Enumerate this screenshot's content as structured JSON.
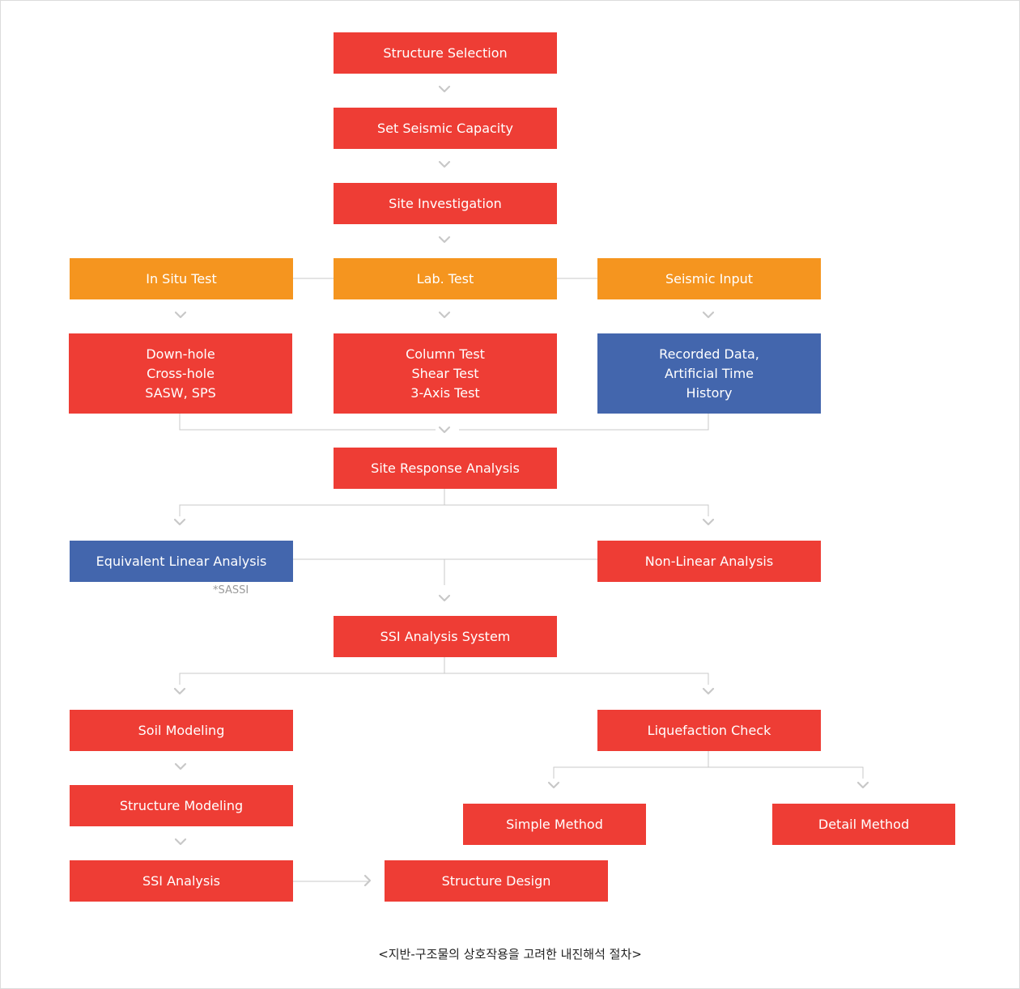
{
  "nodes": {
    "structure_selection": "Structure Selection",
    "set_seismic_capacity": "Set Seismic Capacity",
    "site_investigation": "Site Investigation",
    "in_situ_test": "In Situ Test",
    "lab_test": "Lab. Test",
    "seismic_input": "Seismic Input",
    "in_situ_methods": [
      "Down-hole",
      "Cross-hole",
      "SASW, SPS"
    ],
    "lab_methods": [
      "Column Test",
      "Shear Test",
      "3-Axis Test"
    ],
    "seismic_data": [
      "Recorded Data,",
      "Artificial Time",
      "History"
    ],
    "site_response_analysis": "Site Response Analysis",
    "equivalent_linear_analysis": "Equivalent Linear Analysis",
    "non_linear_analysis": "Non-Linear Analysis",
    "ssi_analysis_system": "SSI Analysis System",
    "soil_modeling": "Soil Modeling",
    "structure_modeling": "Structure Modeling",
    "ssi_analysis": "SSI Analysis",
    "structure_design": "Structure Design",
    "liquefaction_check": "Liquefaction Check",
    "simple_method": "Simple Method",
    "detail_method": "Detail Method"
  },
  "notes": {
    "sassi": "*SASSI"
  },
  "caption": "<지반-구조물의  상호작용을 고려한 내진해석 절차>",
  "colors": {
    "red": "#ee3d35",
    "orange": "#f5951f",
    "blue": "#4366ad",
    "connector": "#c8c8c8"
  }
}
